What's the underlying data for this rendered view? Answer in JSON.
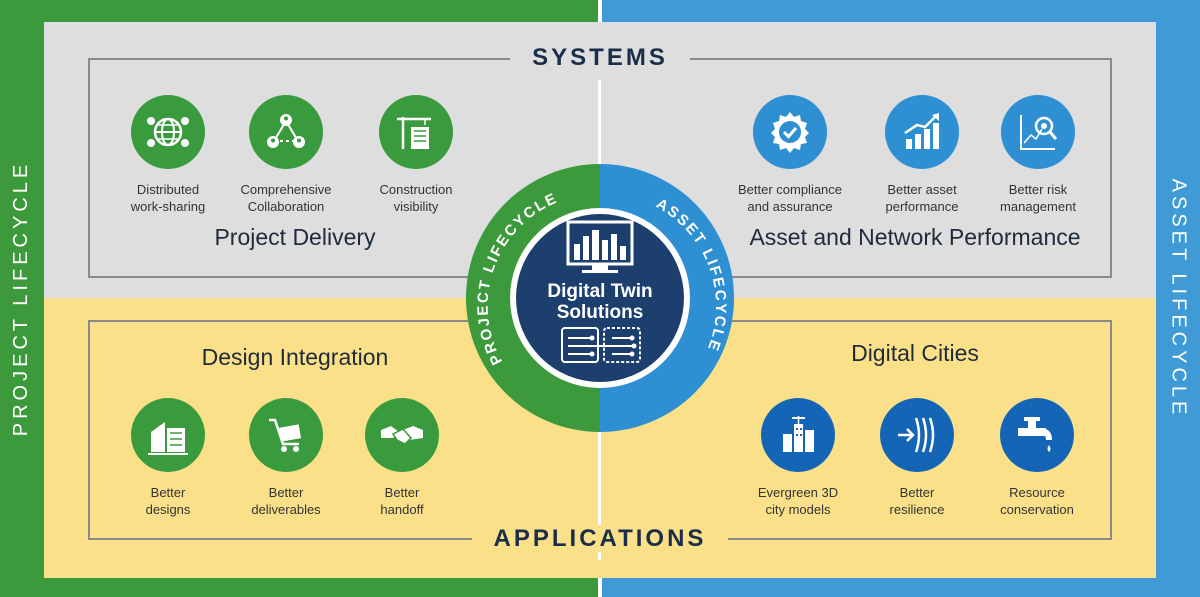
{
  "headings": {
    "systems": "SYSTEMS",
    "applications": "APPLICATIONS"
  },
  "side_labels": {
    "left": "PROJECT LIFECYCLE",
    "right": "ASSET LIFECYCLE"
  },
  "center": {
    "title_line1": "Digital Twin",
    "title_line2": "Solutions",
    "ring_left": "PROJECT LIFECYCLE",
    "ring_right": "ASSET LIFECYCLE"
  },
  "quadrants": {
    "project_delivery": {
      "title": "Project Delivery",
      "items": [
        {
          "icon": "globe-network-icon",
          "label1": "Distributed",
          "label2": "work-sharing"
        },
        {
          "icon": "collaboration-icon",
          "label1": "Comprehensive",
          "label2": "Collaboration"
        },
        {
          "icon": "construction-crane-icon",
          "label1": "Construction",
          "label2": "visibility"
        }
      ]
    },
    "asset_network": {
      "title": "Asset and Network Performance",
      "items": [
        {
          "icon": "compliance-badge-icon",
          "label1": "Better compliance",
          "label2": "and assurance"
        },
        {
          "icon": "performance-chart-icon",
          "label1": "Better asset",
          "label2": "performance"
        },
        {
          "icon": "risk-analysis-icon",
          "label1": "Better risk",
          "label2": "management"
        }
      ]
    },
    "design_integration": {
      "title": "Design Integration",
      "items": [
        {
          "icon": "building-design-icon",
          "label1": "Better",
          "label2": "designs"
        },
        {
          "icon": "deliverables-cart-icon",
          "label1": "Better",
          "label2": "deliverables"
        },
        {
          "icon": "handshake-icon",
          "label1": "Better",
          "label2": "handoff"
        }
      ]
    },
    "digital_cities": {
      "title": "Digital Cities",
      "items": [
        {
          "icon": "city-model-icon",
          "label1": "Evergreen 3D",
          "label2": "city models"
        },
        {
          "icon": "resilience-icon",
          "label1": "Better",
          "label2": "resilience"
        },
        {
          "icon": "water-tap-icon",
          "label1": "Resource",
          "label2": "conservation"
        }
      ]
    }
  },
  "colors": {
    "project_green": "#3c9a3c",
    "asset_blue": "#3f9ad6",
    "systems_gray": "#dededf",
    "applications_yellow": "#fbe08a",
    "core_navy": "#1c3f6e"
  }
}
